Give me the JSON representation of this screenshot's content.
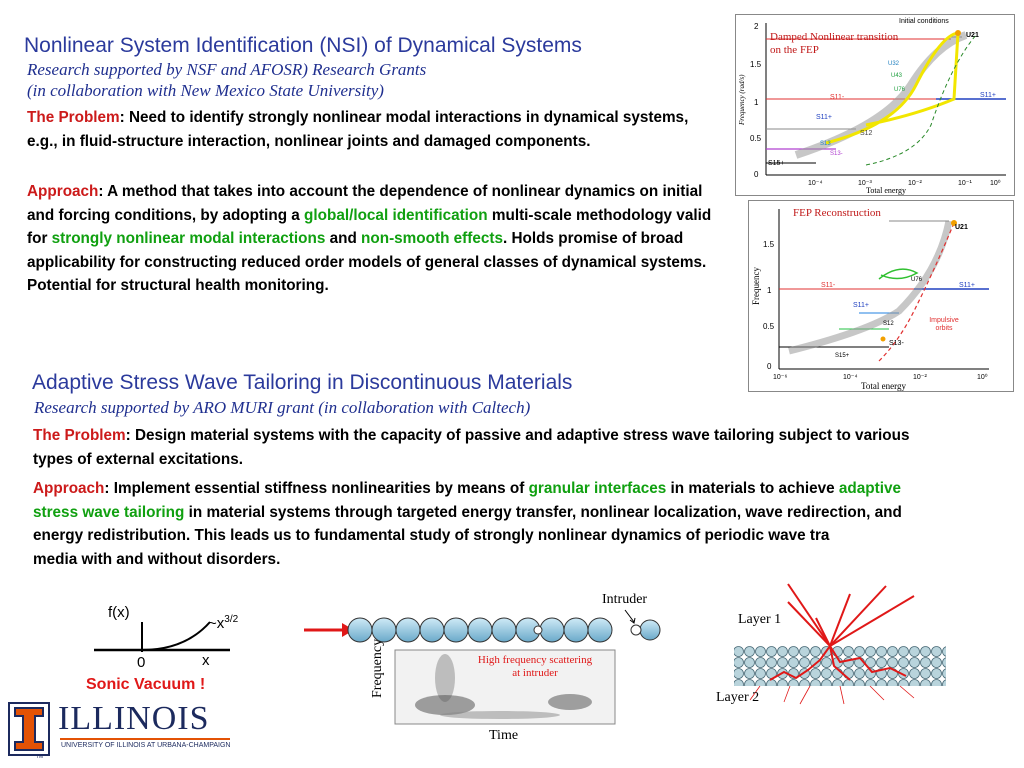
{
  "section1": {
    "title": "Nonlinear System Identification (NSI) of Dynamical Systems",
    "subtitle1": "Research supported by NSF and AFOSR) Research Grants",
    "subtitle2": "(in collaboration with New Mexico State University)",
    "problem_label": "The Problem",
    "problem_text": ":  Need to identify strongly nonlinear modal interactions in dynamical systems, e.g., in fluid-structure interaction, nonlinear joints and damaged components.",
    "approach_label": "Approach",
    "approach_parts": [
      ": A method that takes into account the dependence of nonlinear dynamics on initial and forcing conditions, by adopting a ",
      "global/local identification",
      " multi-scale methodology valid for ",
      "strongly nonlinear modal interactions",
      " and ",
      "non-smooth effects",
      ". Holds promise of broad applicability for constructing reduced order models of general classes of dynamical systems. Potential for structural health monitoring."
    ]
  },
  "fig1": {
    "annotation": "Damped Nonlinear transition on the FEP",
    "initial_conditions": "Initial conditions",
    "ylabel": "Frequency (rad/s)",
    "xlabel": "Total energy",
    "yticks": [
      "2",
      "1.5",
      "1",
      "0.5",
      "0"
    ],
    "xticks": [
      "10⁻⁴",
      "10⁻³",
      "10⁻²",
      "10⁻¹",
      "10⁰"
    ],
    "branches": [
      "U21",
      "U32",
      "U43",
      "U76",
      "S11-",
      "S11+",
      "S11+",
      "S12",
      "S13",
      "S13-",
      "S15+"
    ]
  },
  "fig2": {
    "annotation": "FEP Reconstruction",
    "ylabel": "Frequency",
    "xlabel": "Total energy",
    "yticks": [
      "1.5",
      "1",
      "0.5",
      "0"
    ],
    "xticks": [
      "10⁻⁶",
      "10⁻⁴",
      "10⁻²",
      "10⁰"
    ],
    "branches": [
      "U21",
      "U76",
      "S11-",
      "S11+",
      "S11+",
      "S12",
      "S13-",
      "S15+"
    ],
    "impulsive": "Impulsive orbits"
  },
  "section2": {
    "title": "Adaptive Stress Wave Tailoring in Discontinuous Materials",
    "subtitle": "Research supported by ARO MURI grant (in collaboration with Caltech)",
    "problem_label": "The Problem",
    "problem_text": ": Design material systems with the capacity of passive and adaptive stress wave tailoring subject to various types of external excitations.",
    "approach_label": "Approach",
    "approach_parts": [
      ": Implement essential stiffness nonlinearities by means of ",
      "granular interfaces",
      " in materials to achieve ",
      "adaptive stress wave tailoring",
      " in material systems through targeted energy transfer,  nonlinear localization, wave redirection, and energy redistribution. This leads us to fundamental study of strongly nonlinear dynamics of periodic wave tra",
      "media with and without disorders."
    ]
  },
  "fig3": {
    "ylabel": "f(x)",
    "curve": "~x",
    "exponent": "3/2",
    "origin": "0",
    "xlabel": "x",
    "caption": "Sonic Vacuum !"
  },
  "fig4": {
    "intruder": "Intruder",
    "ylabel": "Frequency",
    "xlabel": "Time",
    "annotation1": "High frequency scattering",
    "annotation2": "at intruder"
  },
  "fig5": {
    "layer1": "Layer 1",
    "layer2": "Layer 2"
  },
  "logo": {
    "name": "ILLINOIS",
    "tagline": "UNIVERSITY OF ILLINOIS AT URBANA-CHAMPAIGN",
    "tm": "TM"
  },
  "colors": {
    "title_blue": "#2b3a9c",
    "label_red": "#cc1a1a",
    "highlight_green": "#10a010",
    "illinois_navy": "#1c2a5e",
    "illinois_orange": "#e35205"
  }
}
